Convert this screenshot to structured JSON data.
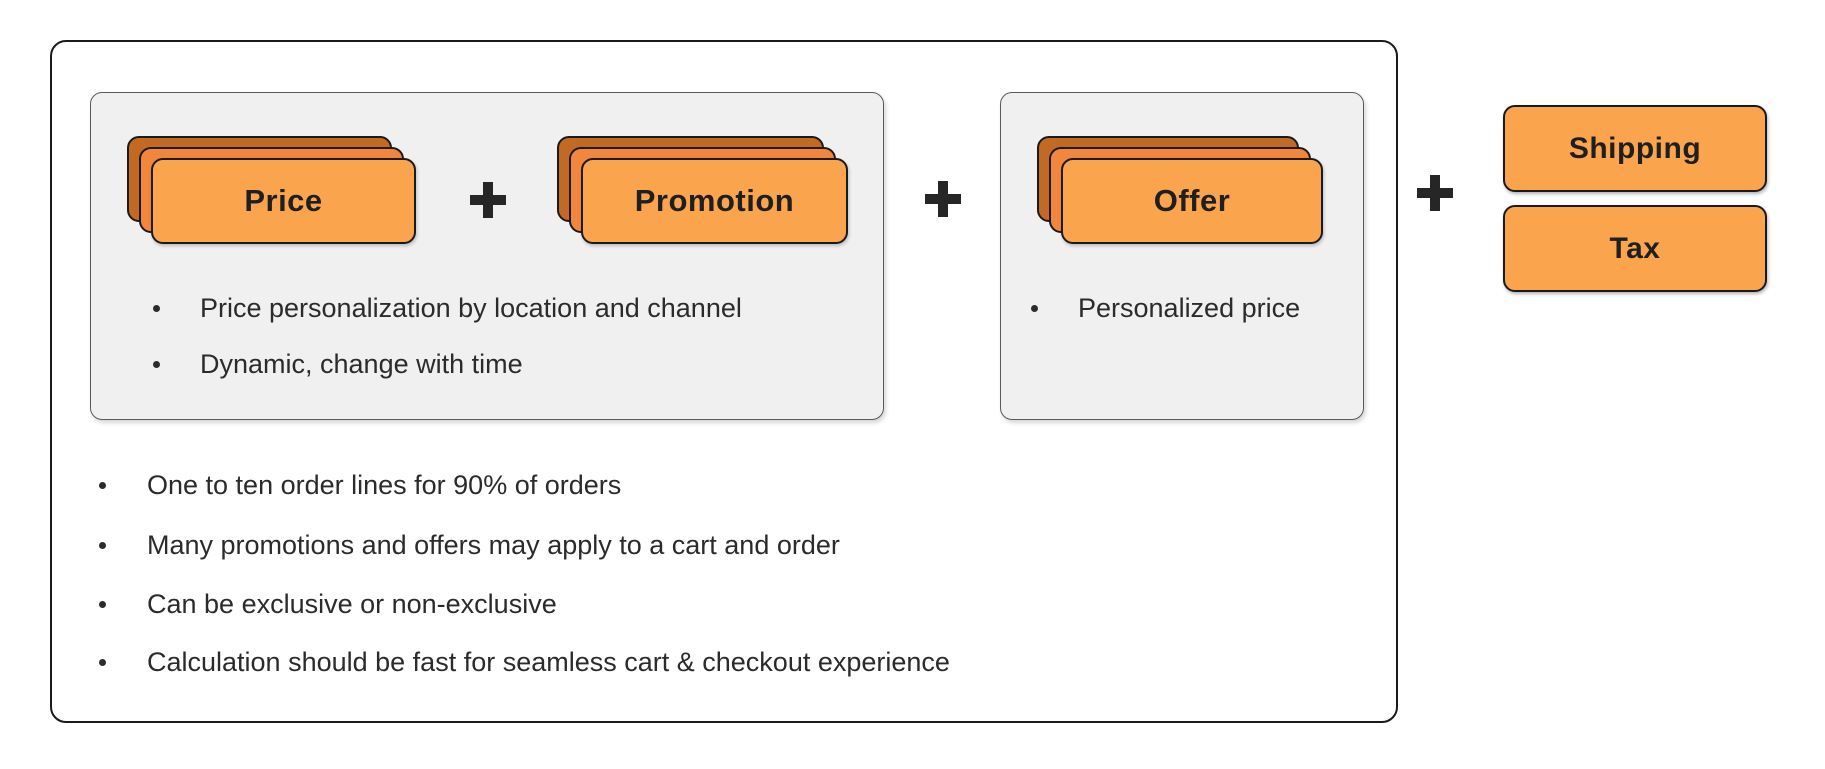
{
  "icons": {
    "plus": "+",
    "bullet": "•"
  },
  "colors": {
    "card_front": "#FBA44E",
    "card_middle": "#F1873D",
    "card_back": "#C26A24",
    "card_border": "#1A1A1A",
    "panel_bg": "#F0F0F1",
    "panel_border": "#595959",
    "container_border": "#1A1A1A",
    "text": "#2B2B2B",
    "plus": "#262626",
    "page_bg": "#FFFFFF"
  },
  "price_promotion_panel": {
    "cards": [
      {
        "label": "Price"
      },
      {
        "label": "Promotion"
      }
    ],
    "bullets": [
      "Price personalization by location and channel",
      "Dynamic, change with time"
    ]
  },
  "offer_panel": {
    "cards": [
      {
        "label": "Offer"
      }
    ],
    "bullets": [
      "Personalized price"
    ]
  },
  "extras": {
    "boxes": [
      {
        "label": "Shipping"
      },
      {
        "label": "Tax"
      }
    ]
  },
  "main_bullets": [
    "One to ten order lines for 90% of orders",
    "Many promotions and offers may apply to a cart and order",
    "Can be exclusive or non-exclusive",
    "Calculation should be fast for seamless cart & checkout experience"
  ]
}
